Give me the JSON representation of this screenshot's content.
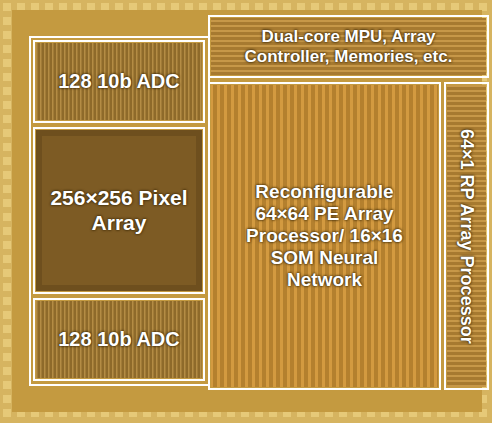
{
  "diagram": {
    "nodes": [
      {
        "text": [
          "128 10b ADC"
        ]
      },
      {
        "text": [
          "256×256 Pixel Array"
        ]
      },
      {
        "text": [
          "128 10b ADC"
        ]
      },
      {
        "text": [
          "Dual-core MPU, Array Controller, Memories, etc."
        ]
      },
      {
        "text": [
          "Reconfigurable 64×64 PE Array Processor/ 16×16 SOM Neural Network"
        ]
      },
      {
        "text": [
          "64×1 RP Array Processor"
        ]
      }
    ]
  }
}
